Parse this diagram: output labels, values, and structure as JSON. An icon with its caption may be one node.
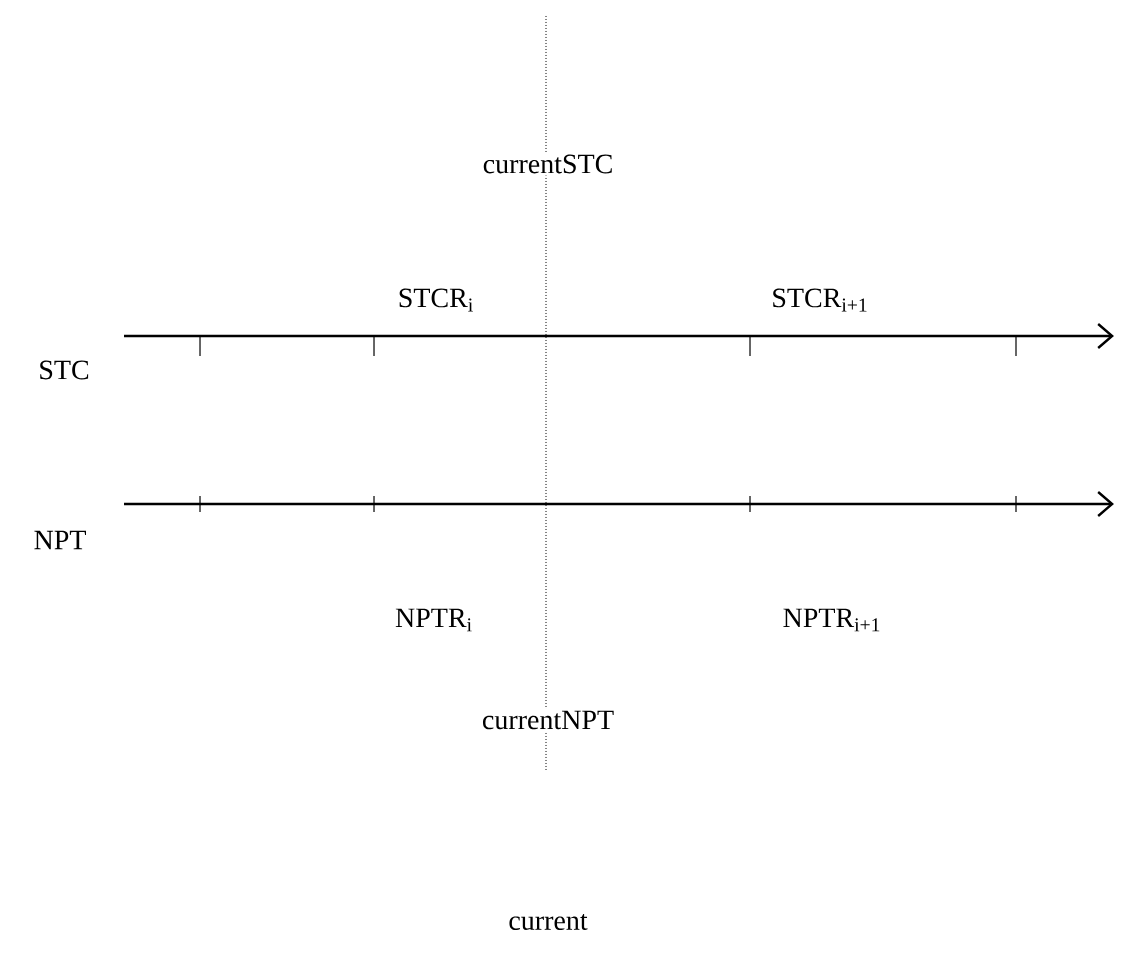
{
  "diagram": {
    "labels": [
      "currentSTC",
      "STCR$_{i}$",
      "STCR$_{i+1}$",
      "STC",
      "NPT",
      "NPTR$_{i}$",
      "NPTR$_{i+1}$",
      "currentNPT",
      "current"
    ]
  }
}
